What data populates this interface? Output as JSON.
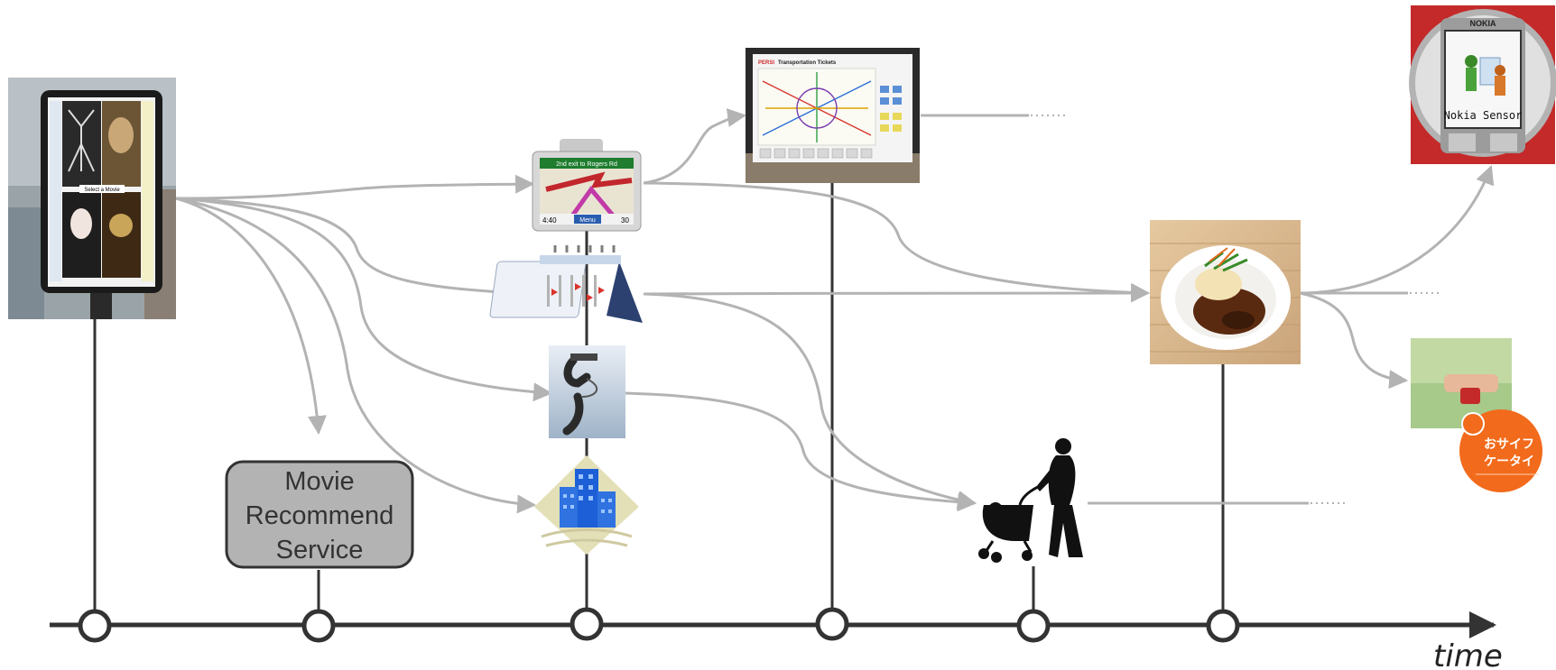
{
  "timeline": {
    "axis_label": "time",
    "milestone_count": 6
  },
  "service_box": {
    "line1": "Movie",
    "line2": "Recommend",
    "line3": "Service"
  },
  "kiosk": {
    "menu_label": "Select a Movie"
  },
  "gps": {
    "banner_text": "2nd exit to Rogers Rd",
    "time_text": "4:40",
    "menu_text": "Menu",
    "speed_text": "30"
  },
  "ticket_screen": {
    "title_brand": "PERSI",
    "title_text": "Transportation Tickets"
  },
  "nokia": {
    "brand": "NOKIA",
    "screen_text": "Nokia Sensor"
  },
  "osaifu": {
    "line1": "おサイフ",
    "line2": "ケータイ"
  },
  "icons": [
    "movie-kiosk-image",
    "gps-navigator-image",
    "calendar-icon",
    "telephone-icon",
    "office-building-icon",
    "ticket-vending-machine-image",
    "mother-with-stroller-silhouette",
    "steak-dinner-image",
    "nokia-sensor-phone-image",
    "osaifu-keitai-payment-image"
  ],
  "colors": {
    "axis": "#333333",
    "arrows": "#b3b3b3",
    "service_box_fill": "#b3b3b3",
    "osaifu_orange": "#f26a1b",
    "nokia_red": "#c42a2a"
  }
}
